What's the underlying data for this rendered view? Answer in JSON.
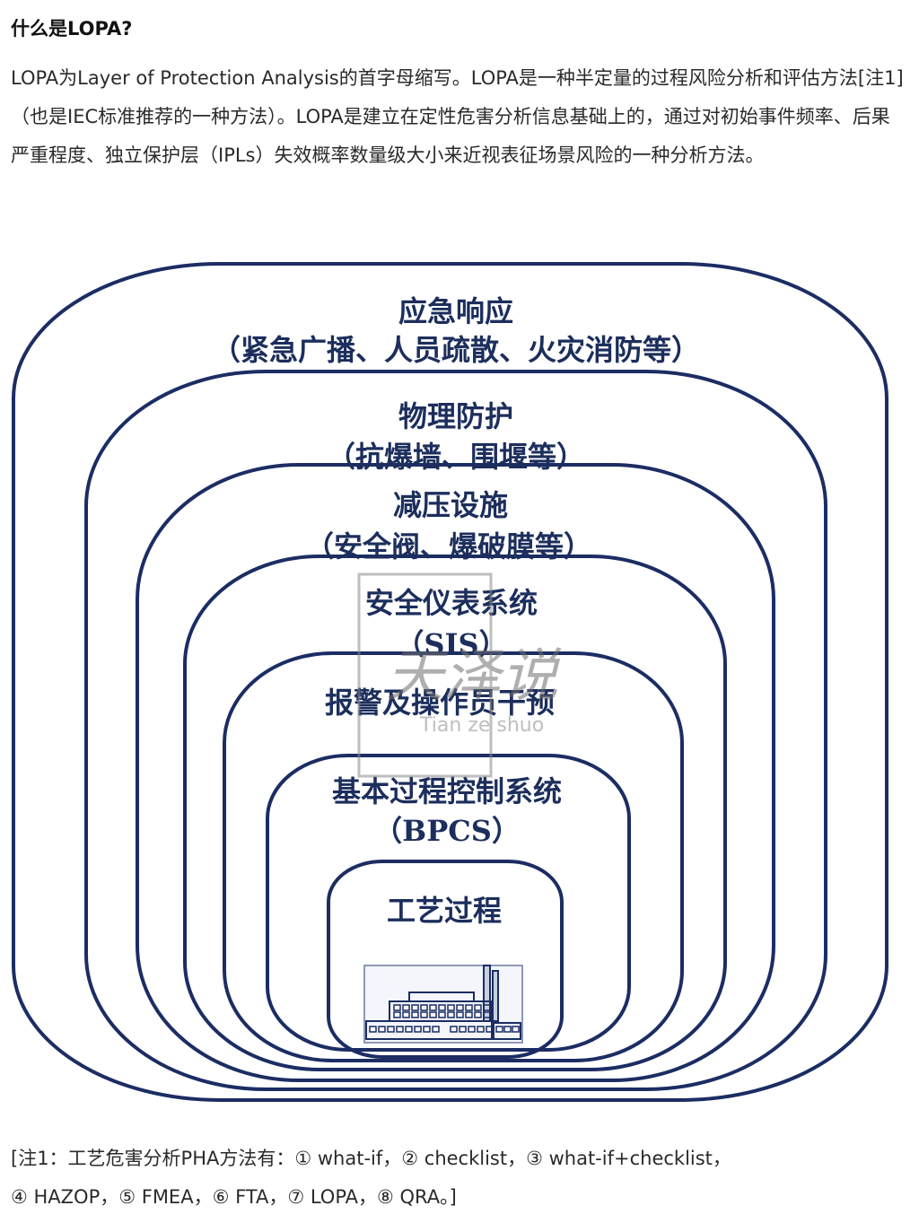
{
  "heading": "什么是LOPA?",
  "intro": "LOPA为Layer of Protection Analysis的首字母缩写。LOPA是一种半定量的过程风险分析和评估方法[注1]（也是IEC标准推荐的一种方法）。LOPA是建立在定性危害分析信息基础上的，通过对初始事件频率、后果严重程度、独立保护层（IPLs）失效概率数量级大小来近视表征场景风险的一种分析方法。",
  "figure": {
    "stroke_color": "#1b2d63",
    "text_color": "#1c2e5c",
    "layers": [
      {
        "title": "应急响应",
        "subtitle": "（紧急广播、人员疏散、火灾消防等）"
      },
      {
        "title": "物理防护",
        "subtitle": "（抗爆墙、围堰等）"
      },
      {
        "title": "减压设施",
        "subtitle": "（安全阀、爆破膜等）"
      },
      {
        "title": "安全仪表系统",
        "subtitle": "（SIS）"
      },
      {
        "title": "报警及操作员干预",
        "subtitle": ""
      },
      {
        "title": "基本过程控制系统",
        "subtitle": "（BPCS）"
      },
      {
        "title": "工艺过程",
        "subtitle": ""
      }
    ],
    "icon": "factory-icon",
    "watermark": {
      "text": "天泽说",
      "pinyin": "Tian ze shuo"
    }
  },
  "footnote": {
    "line1": "[注1：工艺危害分析PHA方法有：① what-if，② checklist，③ what-if+checklist，",
    "line2": "④ HAZOP，⑤ FMEA，⑥ FTA，⑦ LOPA，⑧ QRA。]"
  }
}
